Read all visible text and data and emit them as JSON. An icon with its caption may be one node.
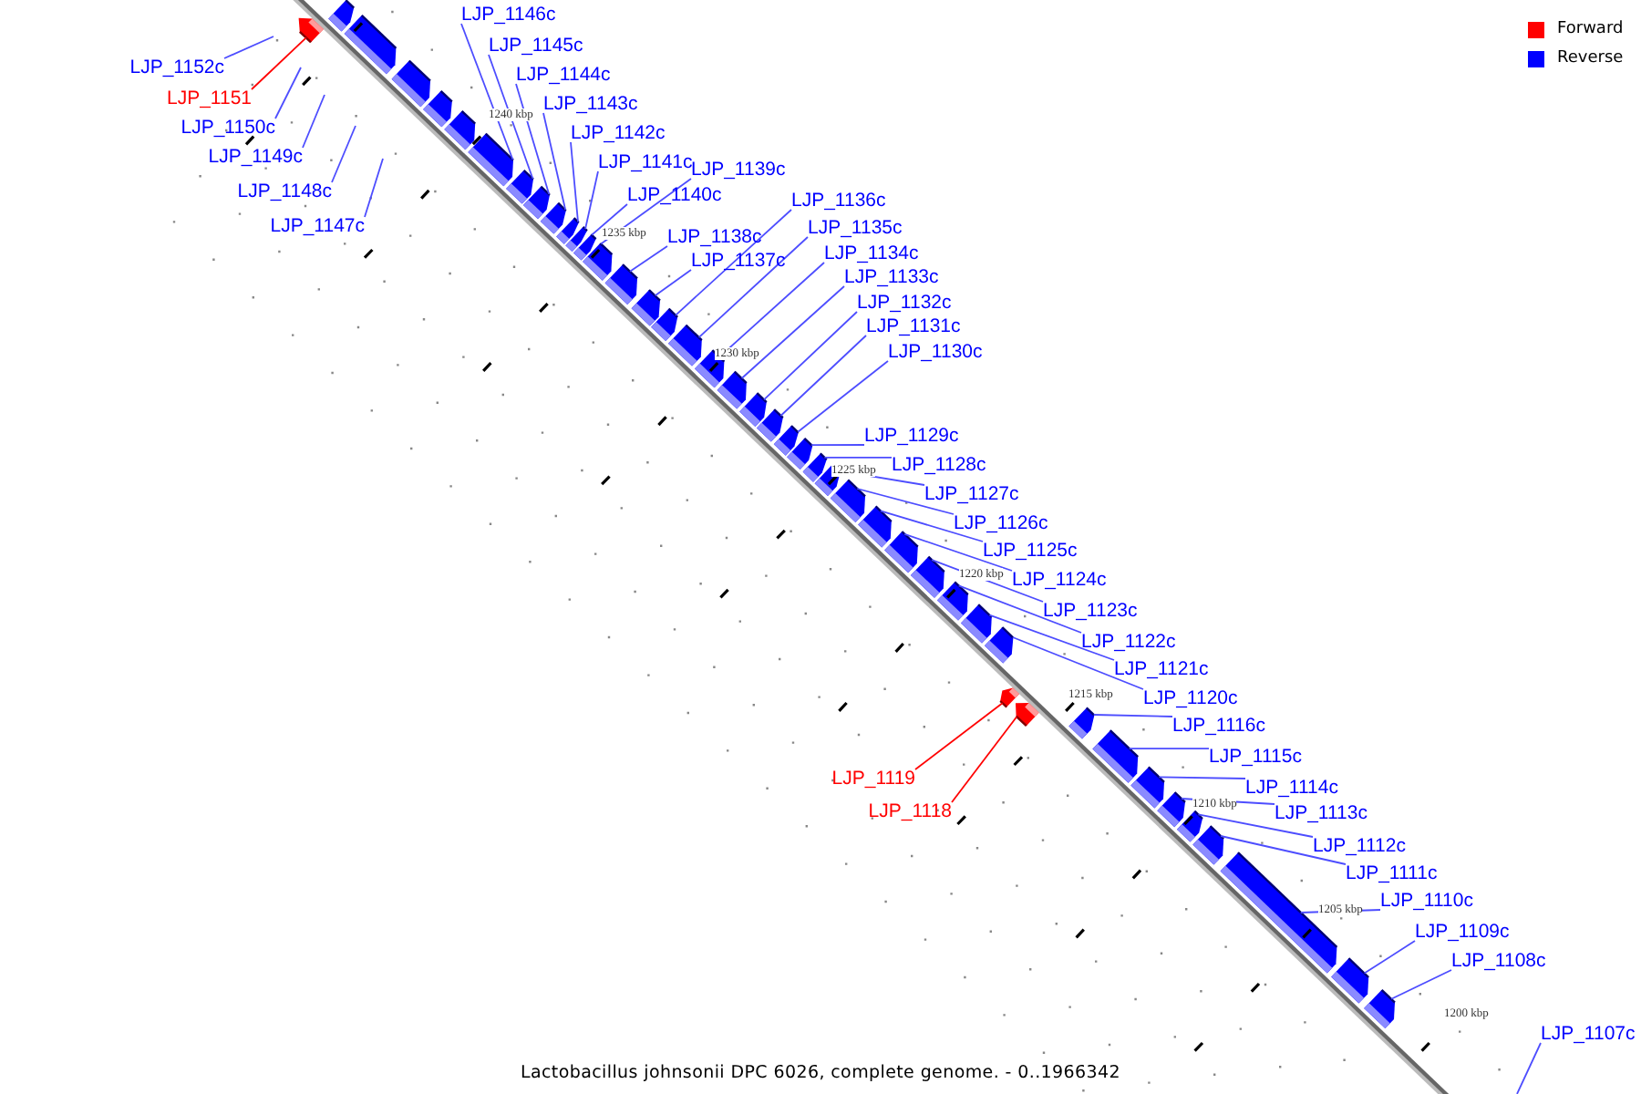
{
  "diagram": {
    "caption": "Lactobacillus johnsonii DPC 6026, complete genome. - 0..1966342",
    "nodes": [
      {
        "text": [
          "LJP_1152c"
        ]
      },
      {
        "text": [
          "LJP_1151"
        ]
      },
      {
        "text": [
          "LJP_1150c"
        ]
      },
      {
        "text": [
          "LJP_1149c"
        ]
      },
      {
        "text": [
          "LJP_1148c"
        ]
      },
      {
        "text": [
          "LJP_1147c"
        ]
      },
      {
        "text": [
          "LJP_1146c"
        ]
      },
      {
        "text": [
          "LJP_1145c"
        ]
      },
      {
        "text": [
          "LJP_1144c"
        ]
      },
      {
        "text": [
          "LJP_1143c"
        ]
      },
      {
        "text": [
          "LJP_1142c"
        ]
      },
      {
        "text": [
          "LJP_1141c"
        ]
      },
      {
        "text": [
          "LJP_1140c"
        ]
      },
      {
        "text": [
          "LJP_1139c"
        ]
      },
      {
        "text": [
          "LJP_1138c"
        ]
      },
      {
        "text": [
          "LJP_1137c"
        ]
      },
      {
        "text": [
          "LJP_1136c"
        ]
      },
      {
        "text": [
          "LJP_1135c"
        ]
      },
      {
        "text": [
          "LJP_1134c"
        ]
      },
      {
        "text": [
          "LJP_1133c"
        ]
      },
      {
        "text": [
          "LJP_1132c"
        ]
      },
      {
        "text": [
          "LJP_1131c"
        ]
      },
      {
        "text": [
          "LJP_1130c"
        ]
      },
      {
        "text": [
          "LJP_1129c"
        ]
      },
      {
        "text": [
          "LJP_1128c"
        ]
      },
      {
        "text": [
          "LJP_1127c"
        ]
      },
      {
        "text": [
          "LJP_1126c"
        ]
      },
      {
        "text": [
          "LJP_1125c"
        ]
      },
      {
        "text": [
          "LJP_1124c"
        ]
      },
      {
        "text": [
          "LJP_1123c"
        ]
      },
      {
        "text": [
          "LJP_1122c"
        ]
      },
      {
        "text": [
          "LJP_1121c"
        ]
      },
      {
        "text": [
          "LJP_1120c"
        ]
      },
      {
        "text": [
          "LJP_1116c"
        ]
      },
      {
        "text": [
          "LJP_1115c"
        ]
      },
      {
        "text": [
          "LJP_1119"
        ]
      },
      {
        "text": [
          "LJP_1114c"
        ]
      },
      {
        "text": [
          "LJP_1118"
        ]
      },
      {
        "text": [
          "LJP_1113c"
        ]
      },
      {
        "text": [
          "LJP_1112c"
        ]
      },
      {
        "text": [
          "LJP_1111c"
        ]
      },
      {
        "text": [
          "LJP_1110c"
        ]
      },
      {
        "text": [
          "LJP_1109c"
        ]
      },
      {
        "text": [
          "LJP_1108c"
        ]
      },
      {
        "text": [
          "LJP_1107c"
        ]
      },
      {
        "text": [],
        "shape": "arrow"
      },
      {
        "text": [],
        "shape": "arrow"
      },
      {
        "text": [],
        "shape": "arrow"
      },
      {
        "text": [],
        "shape": "arrow"
      },
      {
        "text": [],
        "shape": "arrow"
      },
      {
        "text": [],
        "shape": "arrow"
      },
      {
        "text": [],
        "shape": "arrow"
      },
      {
        "text": [],
        "shape": "arrow"
      },
      {
        "text": [],
        "shape": "arrow"
      },
      {
        "text": [],
        "shape": "arrow"
      },
      {
        "text": [],
        "shape": "arrow"
      },
      {
        "text": [],
        "shape": "arrow"
      },
      {
        "text": [],
        "shape": "arrow"
      },
      {
        "text": [],
        "shape": "arrow"
      },
      {
        "text": [],
        "shape": "arrow"
      },
      {
        "text": [],
        "shape": "arrow"
      },
      {
        "text": [],
        "shape": "arrow"
      },
      {
        "text": [],
        "shape": "arrow"
      },
      {
        "text": [],
        "shape": "arrow"
      },
      {
        "text": [],
        "shape": "arrow"
      },
      {
        "text": [],
        "shape": "arrow"
      },
      {
        "text": [],
        "shape": "arrow"
      },
      {
        "text": [],
        "shape": "arrow"
      },
      {
        "text": [],
        "shape": "arrow"
      },
      {
        "text": [],
        "shape": "arrow"
      },
      {
        "text": [],
        "shape": "arrow"
      },
      {
        "text": [],
        "shape": "arrow"
      },
      {
        "text": [],
        "shape": "arrow"
      },
      {
        "text": [],
        "shape": "arrow"
      },
      {
        "text": [],
        "shape": "arrow"
      },
      {
        "text": [],
        "shape": "arrow"
      },
      {
        "text": [],
        "shape": "arrow"
      },
      {
        "text": [],
        "shape": "arrow"
      },
      {
        "text": [],
        "shape": "arrow"
      },
      {
        "text": [],
        "shape": "arrow"
      },
      {
        "text": [],
        "shape": "arrow"
      },
      {
        "text": [],
        "shape": "arrow"
      },
      {
        "text": [],
        "shape": "arrow"
      },
      {
        "text": [],
        "shape": "arrow"
      },
      {
        "text": [],
        "shape": "arrow"
      },
      {
        "text": [],
        "shape": "arrow"
      },
      {
        "text": [],
        "shape": "arrow"
      },
      {
        "text": [],
        "shape": "arrow"
      },
      {
        "text": [],
        "shape": "arrow"
      }
    ],
    "edges": [
      {
        "from": 0,
        "to": null,
        "arrow": "none"
      },
      {
        "from": 1,
        "to": 46,
        "arrow": "none",
        "color": "#ff0000"
      },
      {
        "from": 2,
        "to": null,
        "arrow": "none"
      },
      {
        "from": 3,
        "to": null,
        "arrow": "none"
      },
      {
        "from": 4,
        "to": null,
        "arrow": "none"
      },
      {
        "from": 5,
        "to": null,
        "arrow": "none"
      },
      {
        "from": 6,
        "to": 51,
        "arrow": "none"
      },
      {
        "from": 7,
        "to": 52,
        "arrow": "none"
      },
      {
        "from": 8,
        "to": 53,
        "arrow": "none"
      },
      {
        "from": 9,
        "to": 54,
        "arrow": "none"
      },
      {
        "from": 10,
        "to": 55,
        "arrow": "none"
      },
      {
        "from": 11,
        "to": 56,
        "arrow": "none"
      },
      {
        "from": 12,
        "to": 57,
        "arrow": "none"
      },
      {
        "from": 13,
        "to": 58,
        "arrow": "none"
      },
      {
        "from": 14,
        "to": 59,
        "arrow": "none"
      },
      {
        "from": 15,
        "to": 60,
        "arrow": "none"
      },
      {
        "from": 16,
        "to": 61,
        "arrow": "none"
      },
      {
        "from": 17,
        "to": 62,
        "arrow": "none"
      },
      {
        "from": 18,
        "to": 63,
        "arrow": "none"
      },
      {
        "from": 19,
        "to": 64,
        "arrow": "none"
      },
      {
        "from": 20,
        "to": 65,
        "arrow": "none"
      },
      {
        "from": 21,
        "to": 66,
        "arrow": "none"
      },
      {
        "from": 22,
        "to": 67,
        "arrow": "none"
      },
      {
        "from": 23,
        "to": 68,
        "arrow": "none"
      },
      {
        "from": 24,
        "to": 69,
        "arrow": "none"
      },
      {
        "from": 25,
        "to": 70,
        "arrow": "none"
      },
      {
        "from": 26,
        "to": 71,
        "arrow": "none"
      },
      {
        "from": 27,
        "to": 72,
        "arrow": "none"
      },
      {
        "from": 28,
        "to": 73,
        "arrow": "none"
      },
      {
        "from": 29,
        "to": 74,
        "arrow": "none"
      },
      {
        "from": 30,
        "to": 75,
        "arrow": "none"
      },
      {
        "from": 31,
        "to": 76,
        "arrow": "none"
      },
      {
        "from": 32,
        "to": 77,
        "arrow": "none"
      },
      {
        "from": 33,
        "to": 78,
        "arrow": "none"
      },
      {
        "from": 34,
        "to": 79,
        "arrow": "none"
      },
      {
        "from": 35,
        "to": 80,
        "arrow": "none",
        "color": "#ff0000"
      },
      {
        "from": 36,
        "to": 81,
        "arrow": "none"
      },
      {
        "from": 37,
        "to": 82,
        "arrow": "none",
        "color": "#ff0000"
      },
      {
        "from": 38,
        "to": 83,
        "arrow": "none"
      },
      {
        "from": 39,
        "to": 84,
        "arrow": "none"
      },
      {
        "from": 40,
        "to": 85,
        "arrow": "none"
      },
      {
        "from": 41,
        "to": 86,
        "arrow": "none"
      },
      {
        "from": 42,
        "to": 87,
        "arrow": "none"
      },
      {
        "from": 43,
        "to": 88,
        "arrow": "none"
      },
      {
        "from": 44,
        "to": null,
        "arrow": "none"
      }
    ],
    "labels": [
      "1240 kbp",
      "1235 kbp",
      "1230 kbp",
      "1225 kbp",
      "1220 kbp",
      "1215 kbp",
      "1210 kbp",
      "1205 kbp",
      "1200 kbp"
    ],
    "legend": [
      {
        "text": "Forward",
        "color": "#ff0000"
      },
      {
        "text": "Reverse",
        "color": "#0000ff"
      }
    ]
  }
}
